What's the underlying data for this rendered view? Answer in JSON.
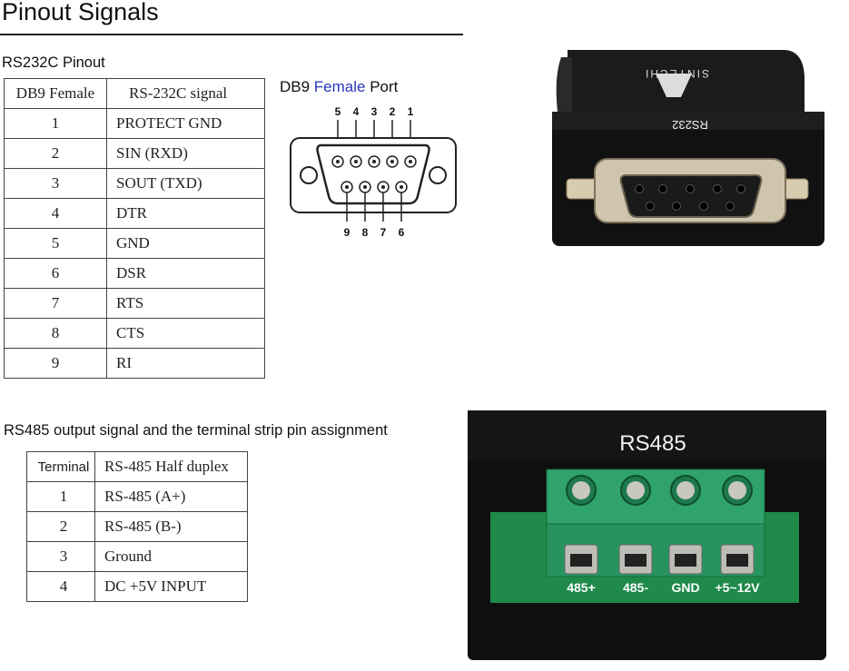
{
  "page_title": "Pinout Signals",
  "rs232": {
    "heading": "RS232C Pinout",
    "headers": [
      "DB9 Female",
      "RS-232C  signal"
    ],
    "rows": [
      [
        "1",
        "PROTECT GND"
      ],
      [
        "2",
        "SIN (RXD)"
      ],
      [
        "3",
        "SOUT (TXD)"
      ],
      [
        "4",
        "DTR"
      ],
      [
        "5",
        "GND"
      ],
      [
        "6",
        "DSR"
      ],
      [
        "7",
        "RTS"
      ],
      [
        "8",
        "CTS"
      ],
      [
        "9",
        "RI"
      ]
    ]
  },
  "db9_diagram": {
    "title_prefix": "DB9 ",
    "title_highlight": "Female",
    "title_suffix": " Port",
    "highlight_color": "#2a36b8",
    "top_pin_labels": [
      "5",
      "4",
      "3",
      "2",
      "1"
    ],
    "bottom_pin_labels": [
      "9",
      "8",
      "7",
      "6"
    ]
  },
  "rs485": {
    "heading": "RS485 output signal and the terminal strip pin assignment",
    "headers": [
      "Terminal",
      "RS-485 Half duplex"
    ],
    "rows": [
      [
        "1",
        "RS-485 (A+)"
      ],
      [
        "2",
        "RS-485 (B-)"
      ],
      [
        "3",
        "Ground"
      ],
      [
        "4",
        "DC +5V INPUT"
      ]
    ]
  },
  "photo_rs232": {
    "brand": "SINTECHI",
    "label": "RS232"
  },
  "photo_rs485": {
    "label": "RS485",
    "terminal_labels": [
      "485+",
      "485-",
      "GND",
      "+5~12V"
    ],
    "terminal_color": "#2fa36b",
    "pcb_color": "#1f8a4a"
  }
}
